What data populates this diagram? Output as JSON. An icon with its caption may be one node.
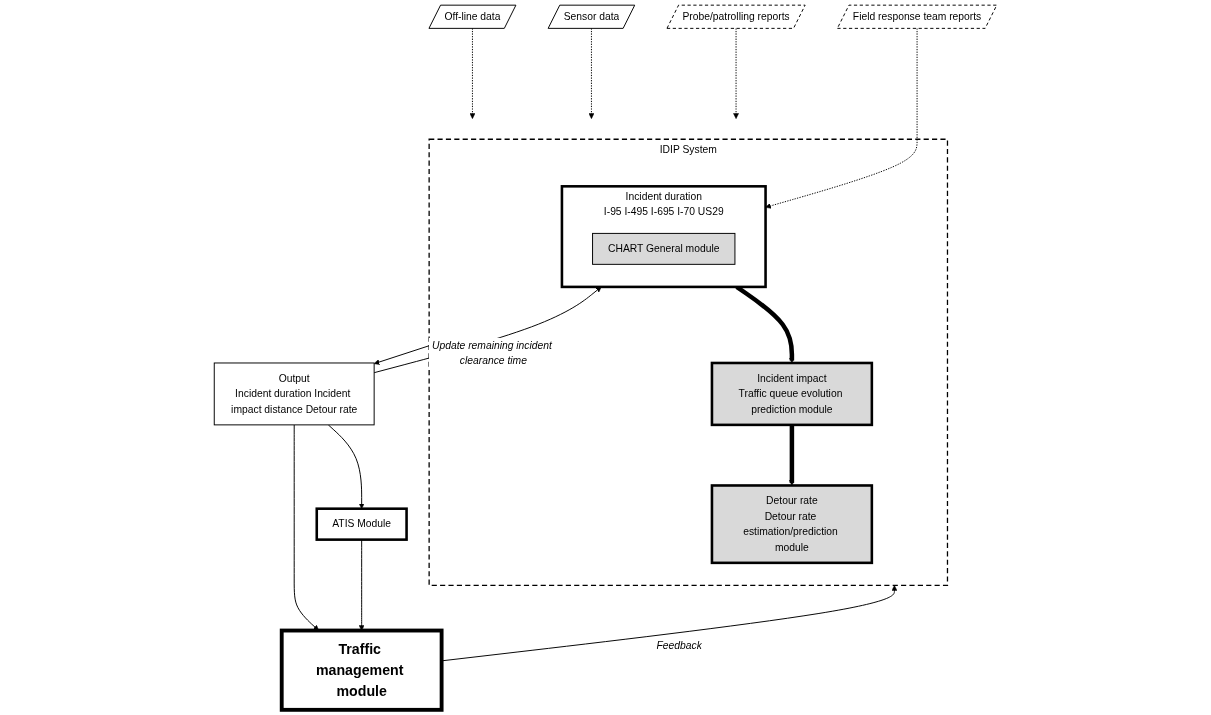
{
  "diagram": {
    "nodes": [
      {
        "text": [
          "Off-line data"
        ]
      },
      {
        "text": [
          "Sensor data"
        ]
      },
      {
        "text": [
          "Probe/patrolling reports"
        ]
      },
      {
        "text": [
          "IDIP System"
        ]
      },
      {
        "text": [
          "Incident duration",
          "I-95 I-495 I-695 I-70 US29"
        ],
        "in": 3
      },
      {
        "text": [
          "CHART General module"
        ],
        "in": 4
      },
      {
        "text": [
          "Incident impact",
          "Traffic queue evolution prediction module"
        ],
        "in": 3
      },
      {
        "text": [
          "Detour rate",
          "Detour rate estimation/prediction module"
        ],
        "in": 3
      },
      {
        "text": [
          "Output",
          "Incident duration Incident impact distance Detour rate"
        ]
      },
      {
        "text": [
          "ATIS Module"
        ]
      },
      {
        "text": [
          "Traffic management module"
        ]
      },
      {
        "text": [
          "Field response team reports"
        ]
      }
    ],
    "edges": [
      {
        "from": 0,
        "to": 3,
        "arrow": "to",
        "style": "dashed"
      },
      {
        "from": 1,
        "to": 3,
        "arrow": "to",
        "style": "dashed"
      },
      {
        "from": 2,
        "to": 3,
        "arrow": "to",
        "style": "dashed"
      },
      {
        "from": 4,
        "to": 6,
        "arrow": "to",
        "style": "thick"
      },
      {
        "from": 6,
        "to": 7,
        "arrow": "to",
        "style": "thick"
      },
      {
        "from": 3,
        "to": 8,
        "arrow": "to"
      },
      {
        "from": 8,
        "to": 4,
        "arrow": "to",
        "label": "Update remaining incident clearance time"
      },
      {
        "from": 11,
        "to": 4,
        "arrow": "to",
        "style": "dashed"
      },
      {
        "from": 8,
        "to": 9,
        "arrow": "to"
      },
      {
        "from": 8,
        "to": 10,
        "arrow": "to"
      },
      {
        "from": 9,
        "to": 10,
        "arrow": "to"
      },
      {
        "from": 10,
        "to": 3,
        "arrow": "to",
        "label": "Feedback"
      }
    ]
  }
}
